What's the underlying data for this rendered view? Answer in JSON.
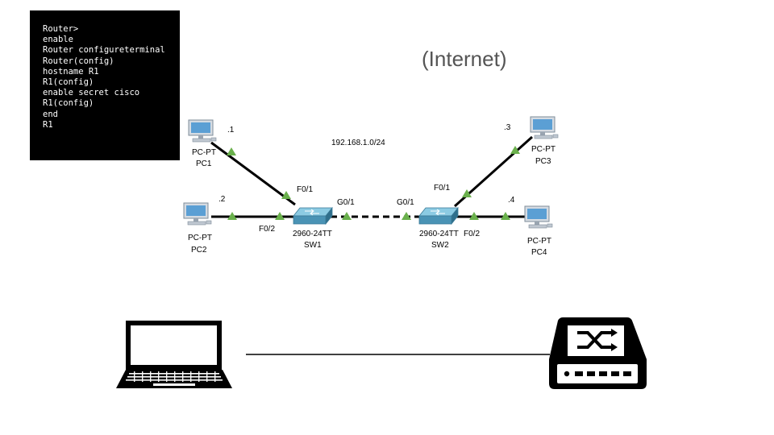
{
  "terminal": {
    "lines": [
      "Router>",
      "enable",
      "Router configureterminal",
      "Router(config)",
      "hostname R1",
      "R1(config)",
      "enable secret cisco",
      "R1(config)",
      "end",
      "R1"
    ]
  },
  "internet_label": "(Internet)",
  "topology": {
    "network": "192.168.1.0/24",
    "pcs": [
      {
        "type": "PC-PT",
        "name": "PC1",
        "host": ".1"
      },
      {
        "type": "PC-PT",
        "name": "PC2",
        "host": ".2"
      },
      {
        "type": "PC-PT",
        "name": "PC3",
        "host": ".3"
      },
      {
        "type": "PC-PT",
        "name": "PC4",
        "host": ".4"
      }
    ],
    "switches": [
      {
        "model": "2960-24TT",
        "name": "SW1"
      },
      {
        "model": "2960-24TT",
        "name": "SW2"
      }
    ],
    "ports": {
      "sw1_f01": "F0/1",
      "sw1_f02": "F0/2",
      "sw1_g01": "G0/1",
      "sw2_g01": "G0/1",
      "sw2_f01": "F0/1",
      "sw2_f02": "F0/2"
    }
  },
  "icons": {
    "laptop": "laptop-icon",
    "switch": "network-switch-icon",
    "pc": "pc-icon"
  },
  "colors": {
    "link_light": "#6ab04c",
    "switch_body": "#4a93b5",
    "terminal_bg": "#000000"
  }
}
